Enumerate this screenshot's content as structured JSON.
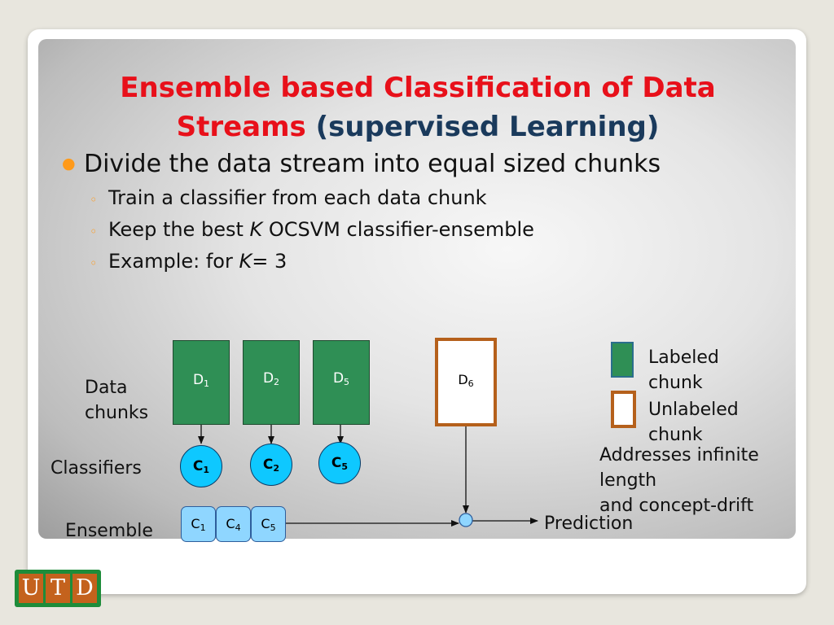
{
  "title": {
    "line1": "Ensemble based Classification of Data",
    "line2_prefix": "Strea",
    "line2_tail": "ms",
    "line2_sub": "(supervised Learning)"
  },
  "bullets": {
    "main": "Divide the data stream into equal sized chunks",
    "sub1": "Train a classifier from each data chunk",
    "sub2_pre": "Keep the best ",
    "sub2_k": "K",
    "sub2_post": " OCSVM classifier-ensemble",
    "sub3_pre": "Example: for ",
    "sub3_k": "K",
    "sub3_post": "= 3"
  },
  "diagram": {
    "row_labels": {
      "data_line1": "Data",
      "data_line2": "chunks",
      "classifiers": "Classifiers",
      "ensemble": "Ensemble"
    },
    "chunks": [
      {
        "letter": "D",
        "sub": "1"
      },
      {
        "letter": "D",
        "sub": "2"
      },
      {
        "letter": "D",
        "sub": "5"
      }
    ],
    "unlabeled_chunk": {
      "letter": "D",
      "sub": "6"
    },
    "classifiers": [
      {
        "letter": "C",
        "sub": "1"
      },
      {
        "letter": "C",
        "sub": "2"
      },
      {
        "letter": "C",
        "sub": "5"
      }
    ],
    "ensemble": [
      {
        "letter": "C",
        "sub": "1"
      },
      {
        "letter": "C",
        "sub": "4"
      },
      {
        "letter": "C",
        "sub": "5"
      }
    ],
    "prediction": "Prediction",
    "legend": {
      "labeled_line1": "Labeled",
      "labeled_line2": "chunk",
      "unlabeled_line1": "Unlabeled",
      "unlabeled_line2": "chunk",
      "labeled_color": "#2f8f55",
      "unlabeled_color": "#b5601b"
    },
    "note": {
      "line1": "Addresses infinite",
      "line2": "length",
      "line3": "and concept-drift"
    }
  },
  "logo": {
    "u": "U",
    "t": "T",
    "d": "D"
  },
  "colors": {
    "title": "#e8101a",
    "subtitle": "#1a3a5c",
    "bullet": "#ff9a1a",
    "classifier": "#0ec8ff",
    "ensemble_box": "#8fd6ff"
  }
}
